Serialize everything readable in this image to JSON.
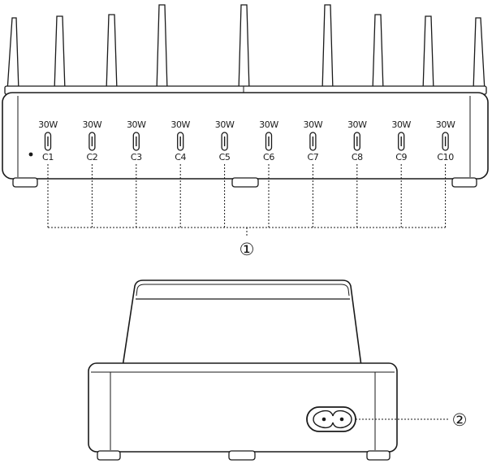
{
  "ports": [
    {
      "power": "30W",
      "label": "C1"
    },
    {
      "power": "30W",
      "label": "C2"
    },
    {
      "power": "30W",
      "label": "C3"
    },
    {
      "power": "30W",
      "label": "C4"
    },
    {
      "power": "30W",
      "label": "C5"
    },
    {
      "power": "30W",
      "label": "C6"
    },
    {
      "power": "30W",
      "label": "C7"
    },
    {
      "power": "30W",
      "label": "C8"
    },
    {
      "power": "30W",
      "label": "C9"
    },
    {
      "power": "30W",
      "label": "C10"
    }
  ],
  "callouts": {
    "ports_group": "①",
    "power_inlet": "②"
  },
  "colors": {
    "line": "#1a1a1a",
    "background": "#ffffff"
  },
  "icons": {
    "port": "usb-c-port-icon",
    "inlet": "ac-power-inlet-icon",
    "indicator": "power-led-icon"
  }
}
